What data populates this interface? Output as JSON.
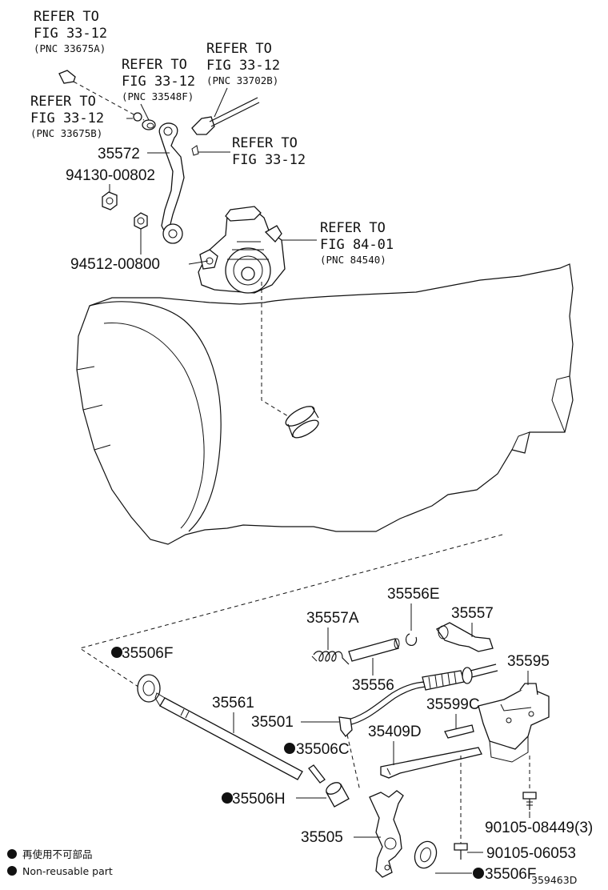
{
  "references": [
    {
      "line1": "REFER TO",
      "line2": "FIG 33-12",
      "pnc": "(PNC 33675A)"
    },
    {
      "line1": "REFER TO",
      "line2": "FIG 33-12",
      "pnc": "(PNC 33548F)"
    },
    {
      "line1": "REFER TO",
      "line2": "FIG 33-12",
      "pnc": "(PNC 33702B)"
    },
    {
      "line1": "REFER TO",
      "line2": "FIG 33-12",
      "pnc": "(PNC 33675B)"
    },
    {
      "line1": "REFER TO",
      "line2": "FIG 33-12"
    },
    {
      "line1": "REFER TO",
      "line2": "FIG 84-01",
      "pnc": "(PNC 84540)"
    }
  ],
  "parts": {
    "p35572": "35572",
    "p9413000802": "94130-00802",
    "p9451200800": "94512-00800",
    "p35557A": "35557A",
    "p35556E": "35556E",
    "p35557": "35557",
    "p35506F_top": "35506F",
    "p35595": "35595",
    "p35556": "35556",
    "p35561": "35561",
    "p35599C": "35599C",
    "p35501": "35501",
    "p35409D": "35409D",
    "p35506C": "35506C",
    "p35506H": "35506H",
    "p9010508449": "90105-08449(3)",
    "p35505": "35505",
    "p9010506053": "90105-06053",
    "p35506F_bottom": "35506F"
  },
  "legend": {
    "jp": "再使用不可部品",
    "en": "Non-reusable part"
  },
  "figure_id": "359463D"
}
